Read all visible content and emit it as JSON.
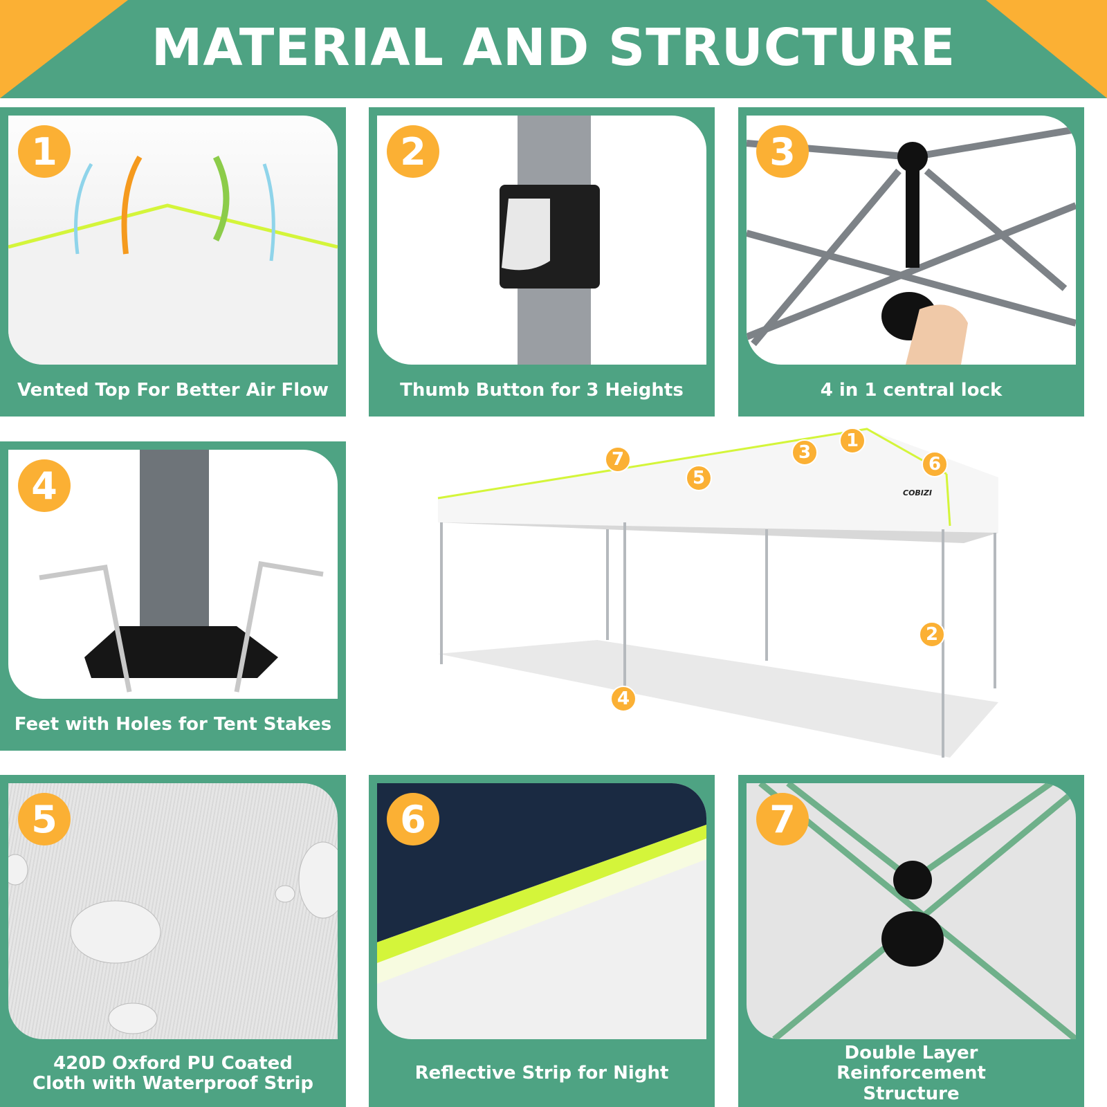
{
  "header": {
    "title": "MATERIAL AND STRUCTURE"
  },
  "panels": [
    {
      "number": "1",
      "caption": "Vented Top For Better Air Flow"
    },
    {
      "number": "2",
      "caption": "Thumb Button for 3 Heights"
    },
    {
      "number": "3",
      "caption": "4 in 1 central lock"
    },
    {
      "number": "4",
      "caption": "Feet with Holes for Tent Stakes"
    },
    {
      "number": "5",
      "caption": "420D Oxford PU Coated Cloth with Waterproof Strip"
    },
    {
      "number": "6",
      "caption": "Reflective Strip for Night"
    },
    {
      "number": "7",
      "caption": "Double Layer Reinforcement Structure"
    }
  ],
  "tent": {
    "brand": "COBIZI",
    "markers": [
      "7",
      "5",
      "3",
      "1",
      "6",
      "2",
      "4"
    ]
  },
  "colors": {
    "green": "#4ea383",
    "orange": "#fbb034",
    "reflective": "#d4f53a"
  }
}
